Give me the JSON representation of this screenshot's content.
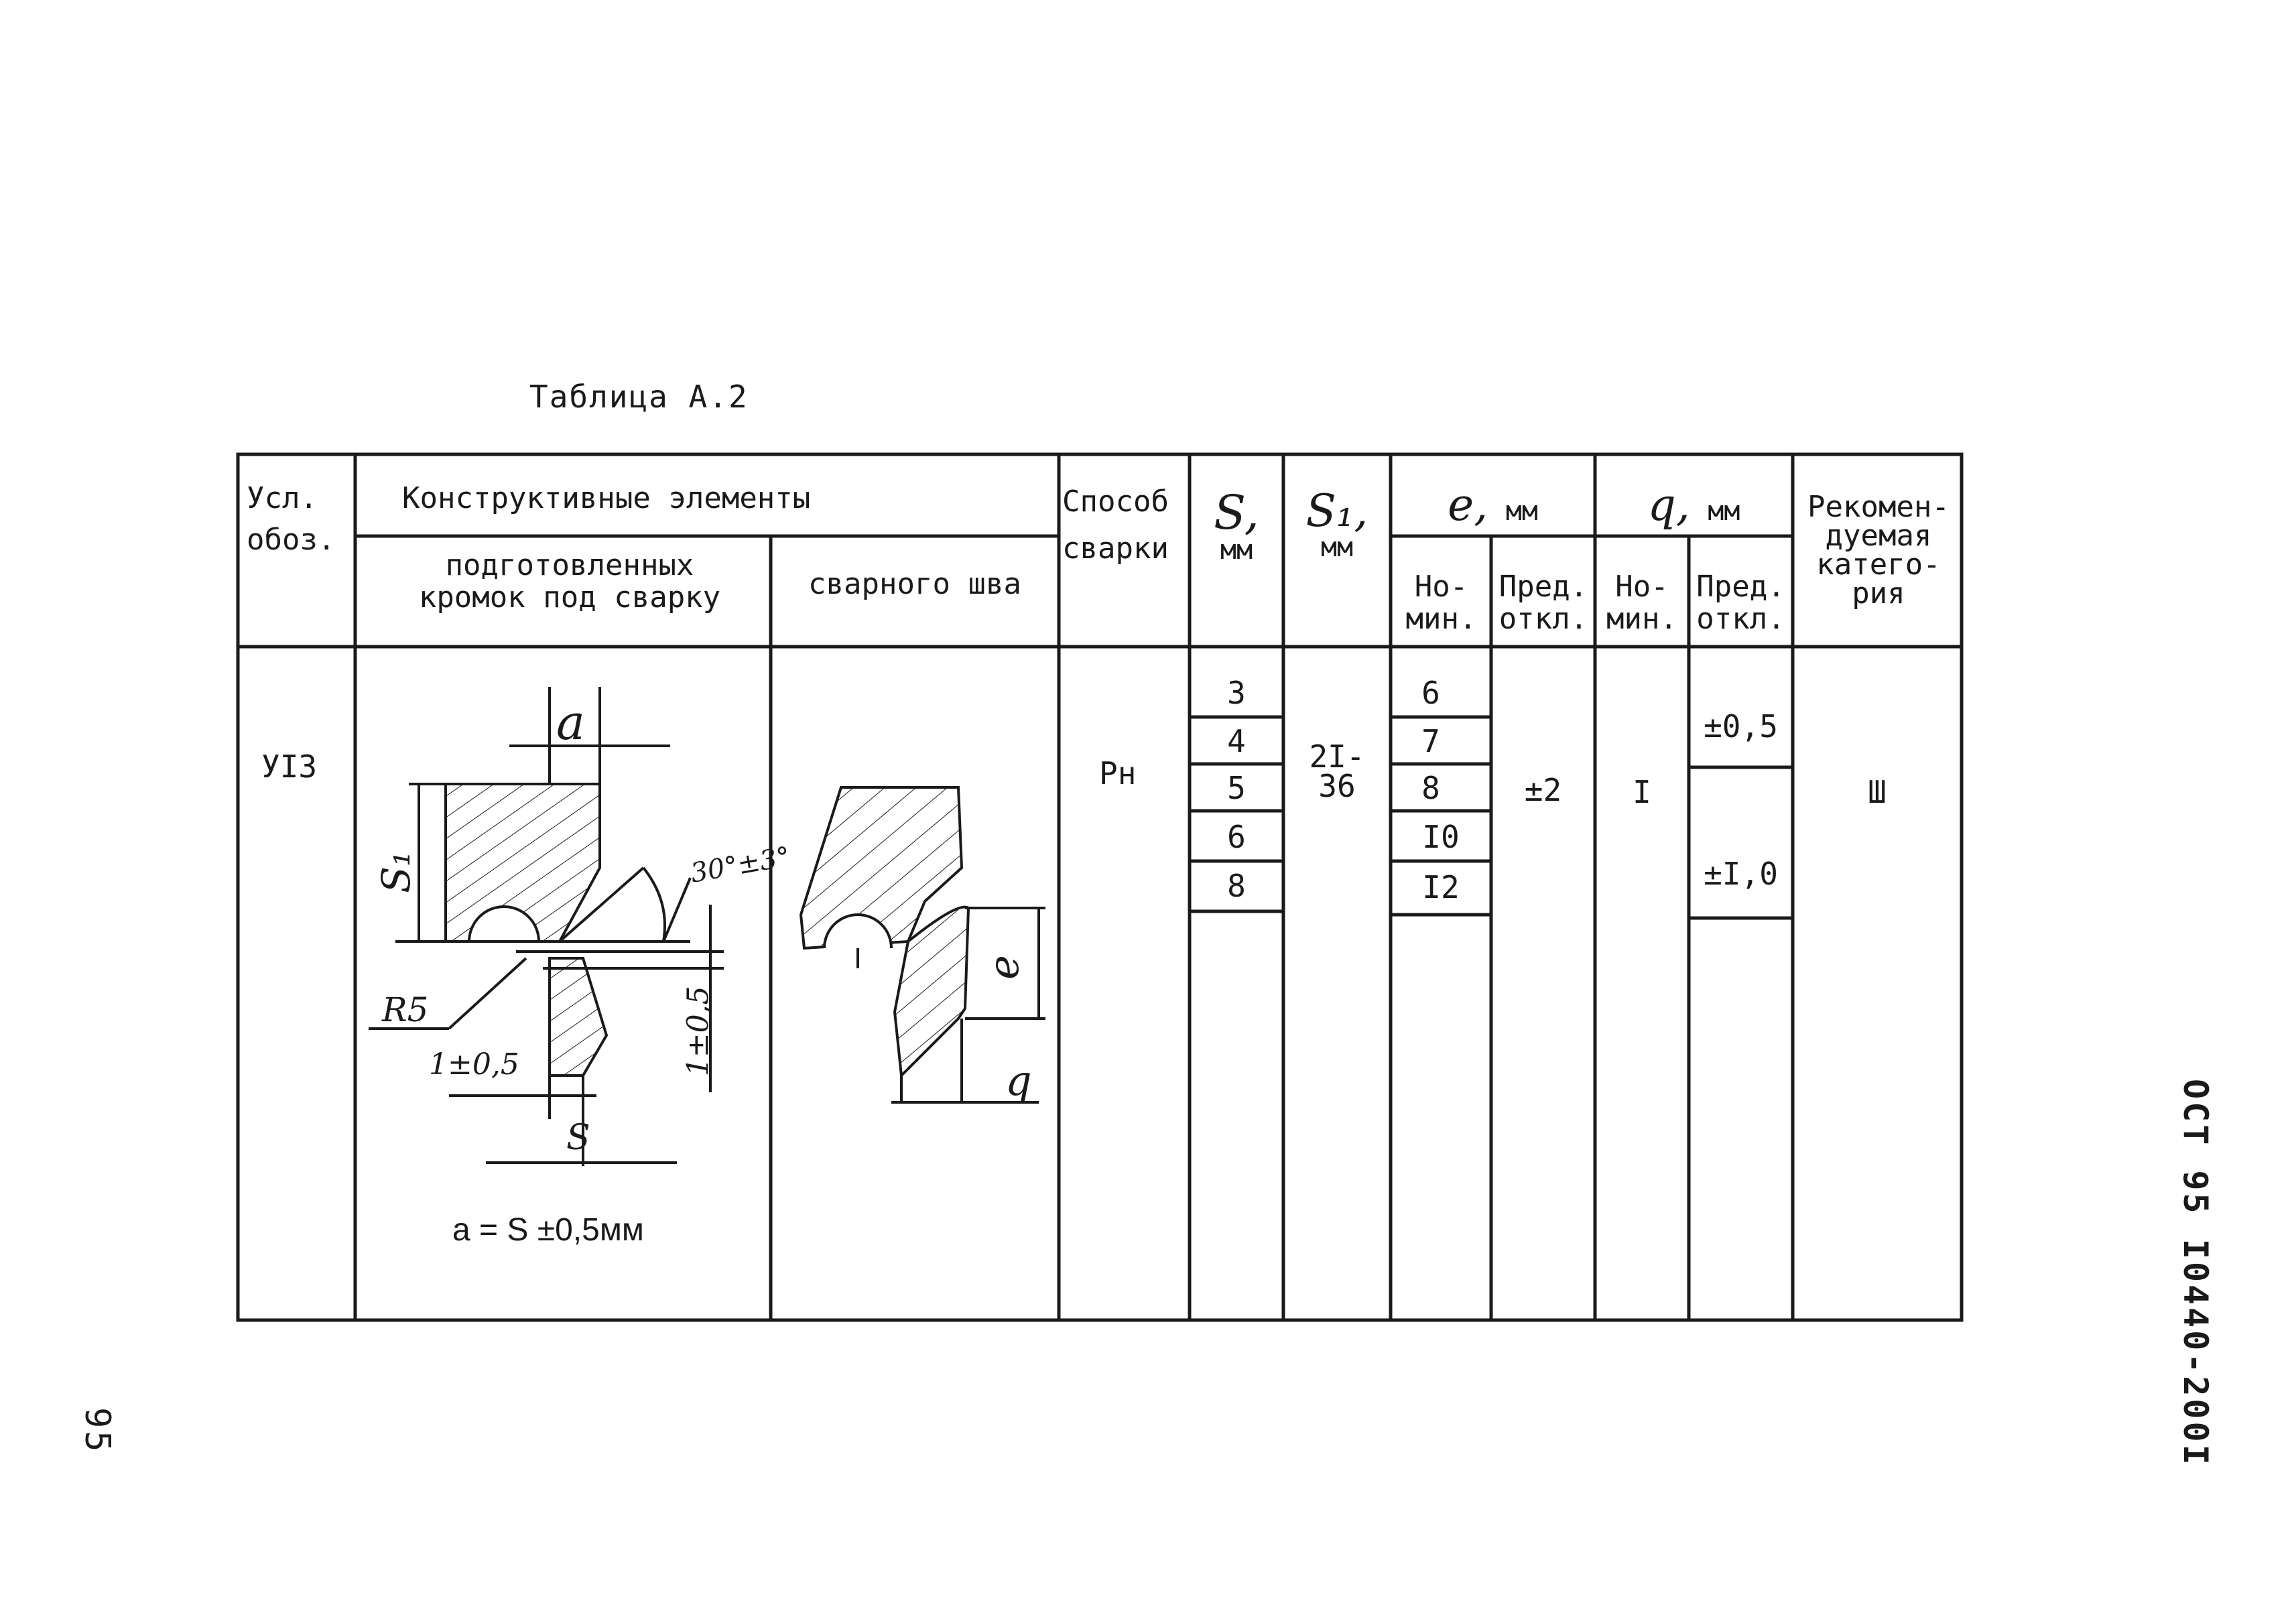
{
  "caption": "Таблица А.2",
  "header": {
    "designation": [
      "Усл.",
      "обоз."
    ],
    "structural_elements": "Конструктивные элементы",
    "prepared_edges": [
      "подготовленных",
      "кромок под сварку"
    ],
    "weld_seam": "сварного шва",
    "welding_method": [
      "Способ",
      "сварки"
    ],
    "s_symbol": "S,",
    "s_unit": "мм",
    "s1_symbol": "S₁,",
    "s1_unit": "мм",
    "e_symbol": "e,",
    "e_unit": "мм",
    "q_symbol": "q,",
    "q_unit": "мм",
    "nominal": [
      "Но-",
      "мин."
    ],
    "limit_dev": [
      "Пред.",
      "откл."
    ],
    "recommended_category": [
      "Рекомен-",
      "дуемая",
      "катего-",
      "рия"
    ]
  },
  "row": {
    "designation": "УI3",
    "welding_method": "Рн",
    "s_values": [
      "3",
      "4",
      "5",
      "6",
      "8"
    ],
    "s1_value": [
      "2I-",
      "36"
    ],
    "e_nominal": [
      "6",
      "7",
      "8",
      "I0",
      "I2"
    ],
    "e_limit": "±2",
    "q_nominal": "I",
    "q_limit": [
      "±0,5",
      "±I,0"
    ],
    "category": "Ш"
  },
  "sketch_prepared": {
    "gap_label": "a",
    "thickness_label": "S₁",
    "angle_label": "30°±3°",
    "radius_label": "R5",
    "root_label": "1±0,5",
    "height_label": "1±0,5",
    "s_label": "S",
    "formula": "a = S ±0,5мм"
  },
  "sketch_weld": {
    "e_label": "e",
    "q_label": "q"
  },
  "side_document_id": "ОСТ 95 I0440-200I",
  "page_number": "95"
}
